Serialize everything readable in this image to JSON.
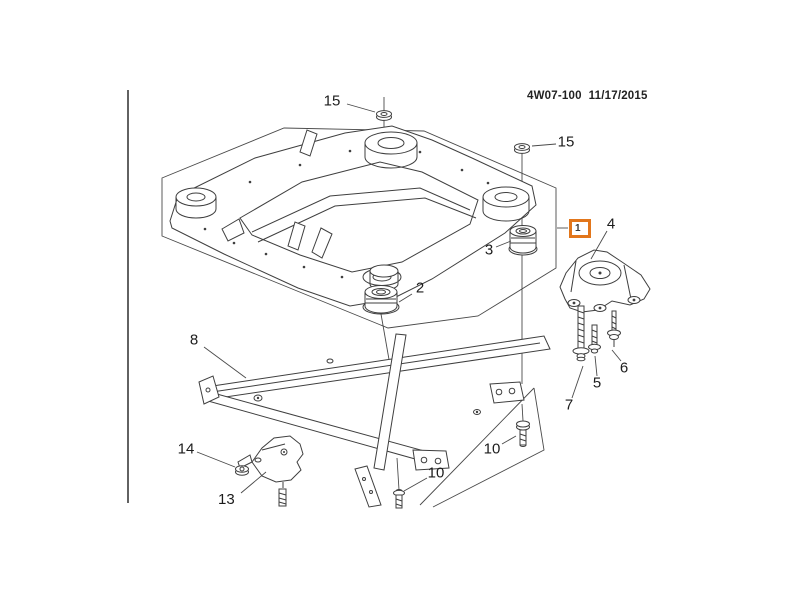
{
  "header": {
    "diagram_code": "4W07-100",
    "date": "11/17/2015"
  },
  "highlight": {
    "label": "1"
  },
  "callouts": {
    "fifteen_top": "15",
    "fifteen_right": "15",
    "two": "2",
    "three": "3",
    "four": "4",
    "five": "5",
    "six": "6",
    "seven": "7",
    "eight": "8",
    "ten_left": "10",
    "ten_right": "10",
    "thirteen": "13",
    "fourteen": "14"
  },
  "colors": {
    "accent": "#e2761b",
    "line": "#3f3f3f",
    "background": "#ffffff"
  }
}
